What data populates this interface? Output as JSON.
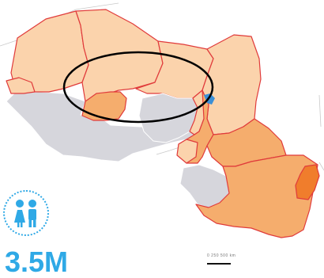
{
  "map": {
    "colors": {
      "light": "#fbd3ac",
      "medium": "#f5ad6d",
      "dark": "#f07d2c",
      "grey": "#d6d6dc",
      "border": "#e03b3b",
      "highlight_ring": "#000000",
      "lake": "#3b8fd6"
    },
    "highlight": "ellipse"
  },
  "infographic": {
    "icon": "children-icon",
    "accent_color": "#2fa9e6",
    "value": "3.5M"
  },
  "scale_bar": {
    "labels": "0   250   500 km"
  }
}
